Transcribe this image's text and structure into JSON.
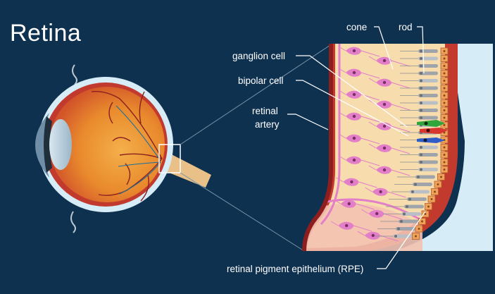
{
  "title": "Retina",
  "labels": {
    "cone": "cone",
    "rod": "rod",
    "ganglion_cell": "ganglion cell",
    "bipolar_cell": "bipolar cell",
    "retinal_artery_line1": "retinal",
    "retinal_artery_line2": "artery",
    "rpe": "retinal pigment epithelium (RPE)"
  },
  "colors": {
    "background": "#0f3150",
    "sclera": "#d6ecf6",
    "choroid": "#c23a2e",
    "interior": "#e57a2e",
    "cytoplasm": "#f7dcae",
    "ganglion": "#e37fc8",
    "cone_green": "#2ea63a",
    "cone_red": "#d8352e",
    "cone_blue": "#2f5cc9"
  }
}
